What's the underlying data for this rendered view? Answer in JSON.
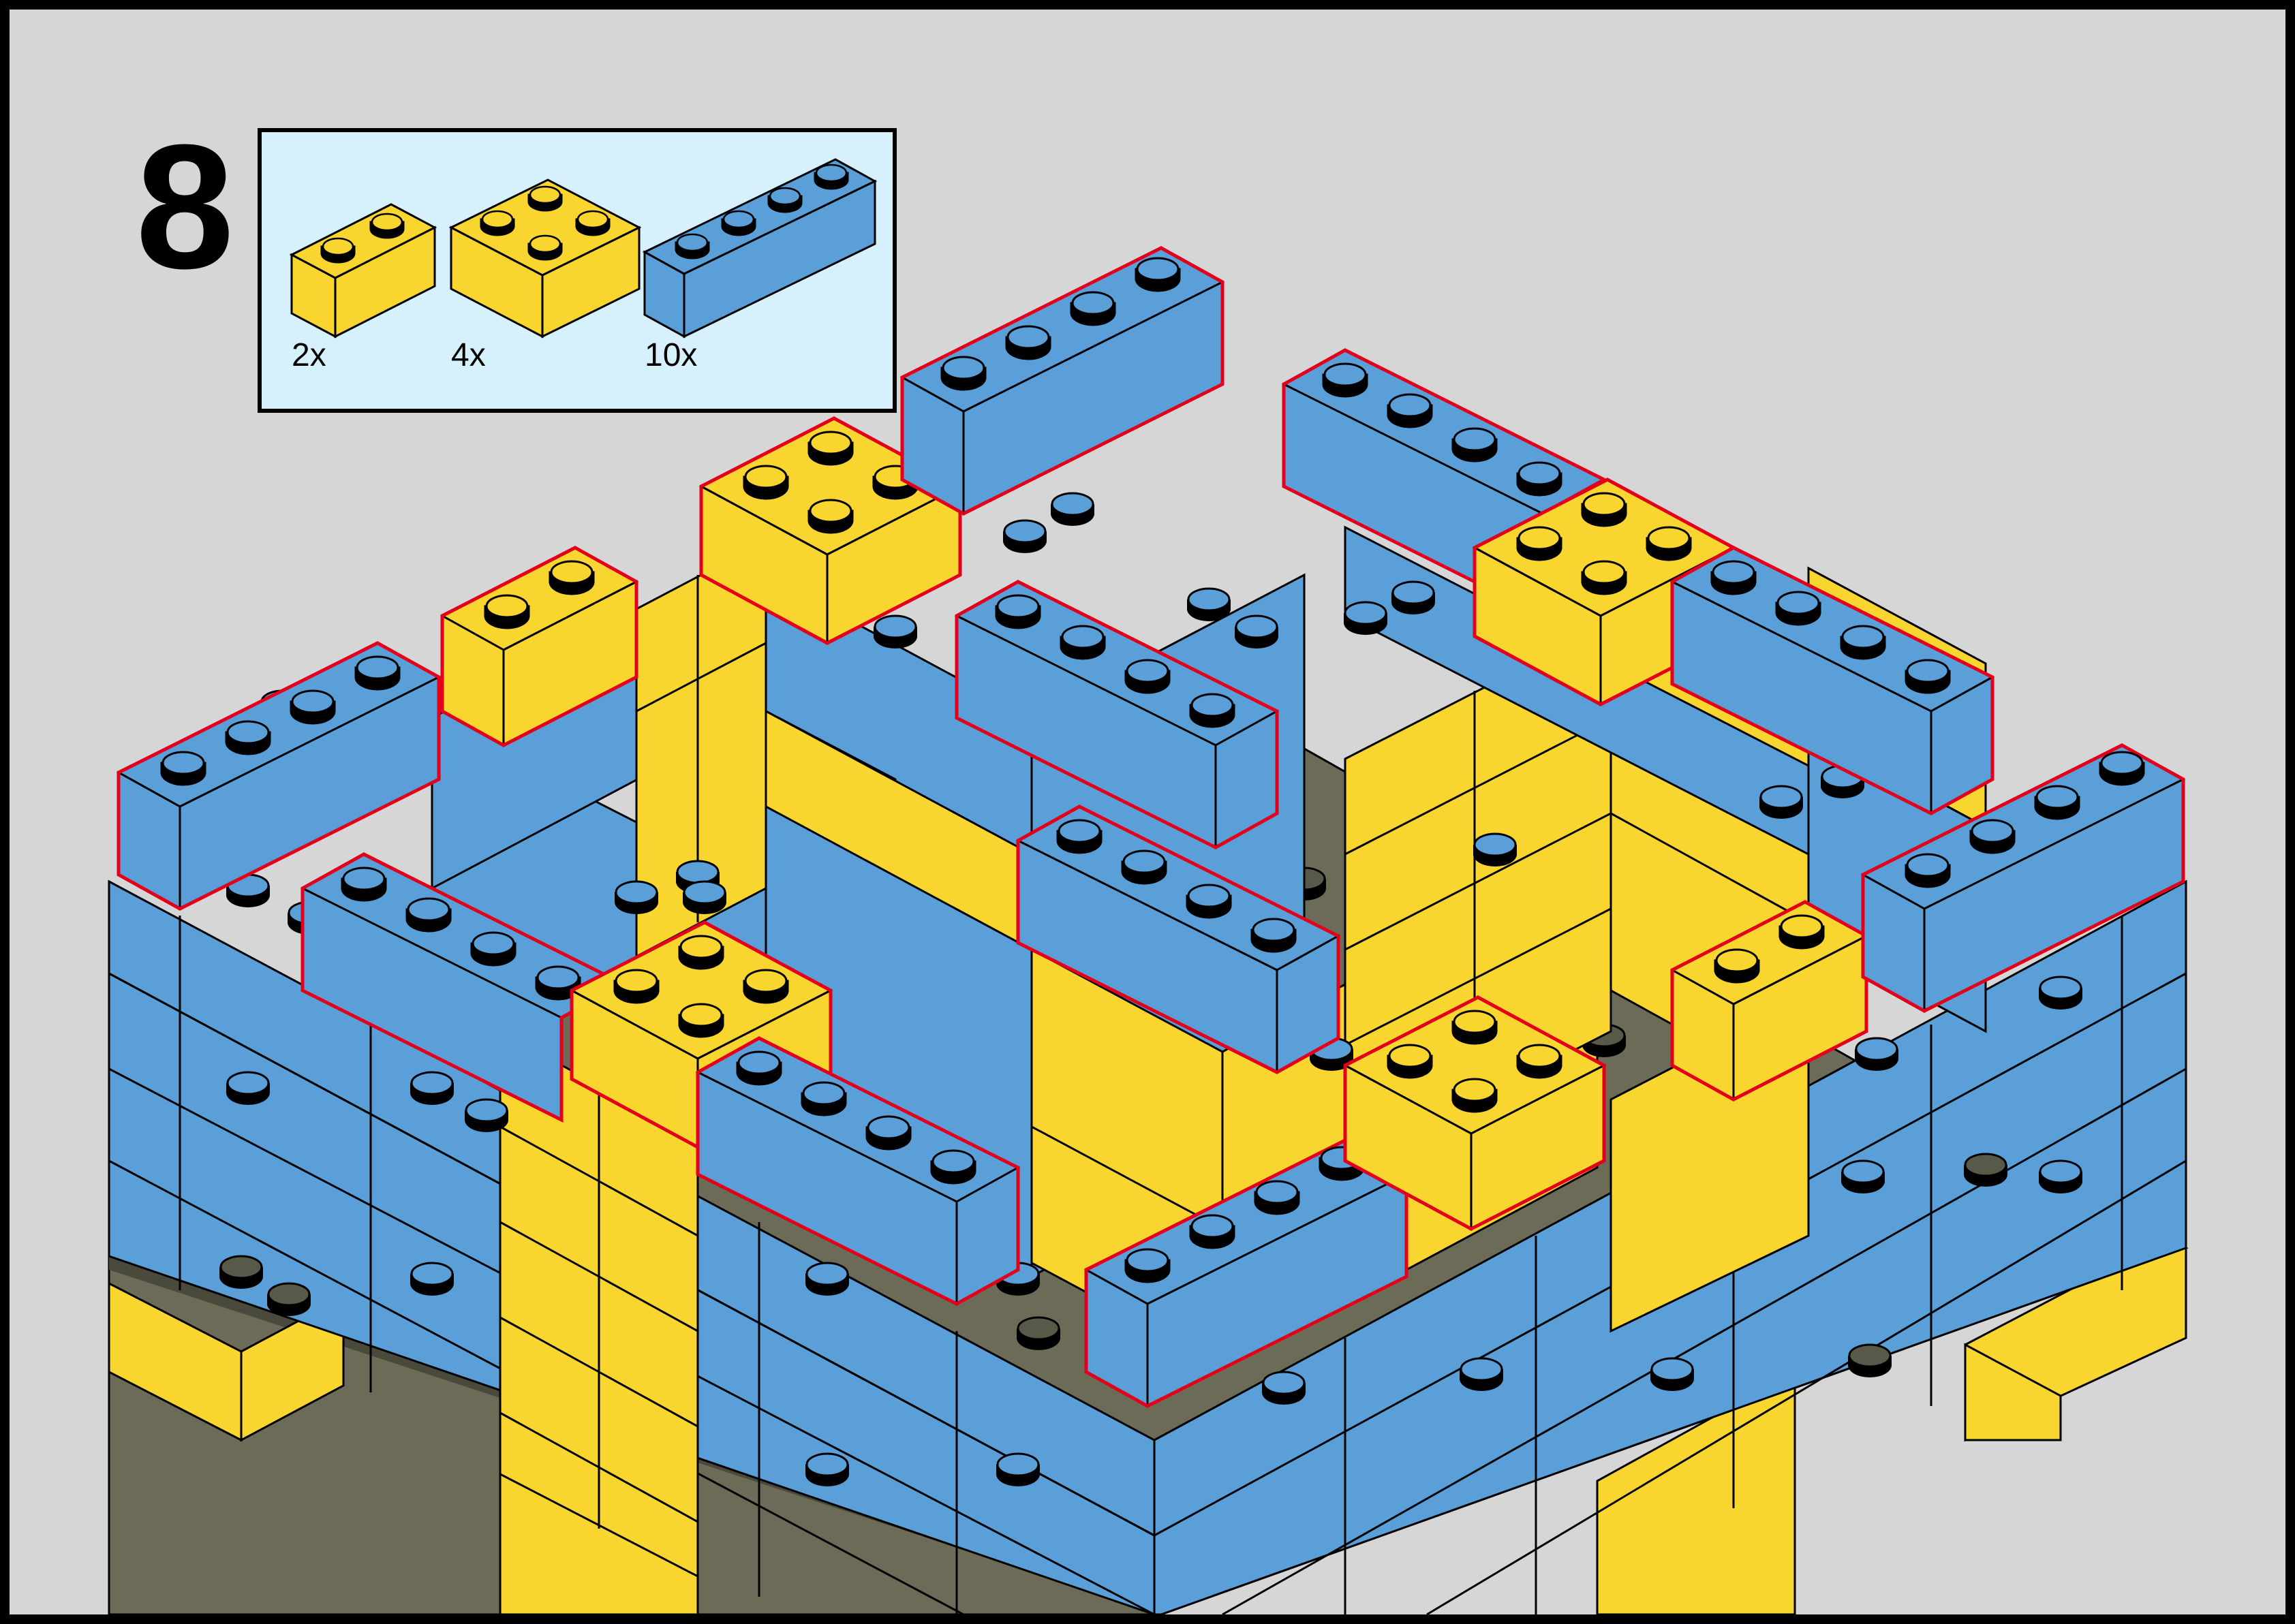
{
  "step": {
    "number": "8"
  },
  "parts_list": {
    "items": [
      {
        "name": "brick-2x1-yellow",
        "color": "#f9d52f",
        "qty": "2x"
      },
      {
        "name": "brick-2x2-yellow",
        "color": "#f9d52f",
        "qty": "4x"
      },
      {
        "name": "brick-4x1-blue",
        "color": "#5a9fd8",
        "qty": "10x"
      }
    ]
  },
  "colors": {
    "blue": "#5a9fd8",
    "yellow": "#f9d52f",
    "baseplate": "#6c6b58",
    "highlight": "#e3001b",
    "background": "#d6d6d6",
    "parts_box": "#d6f0fc"
  }
}
